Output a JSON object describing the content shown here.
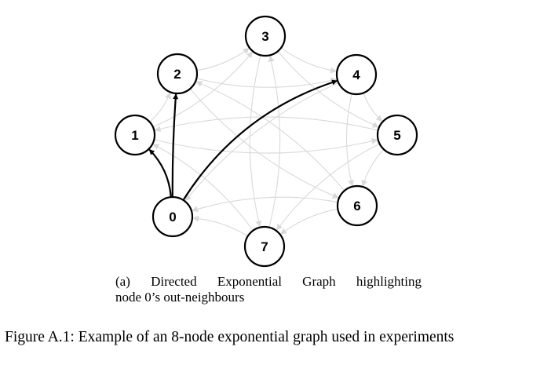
{
  "diagram": {
    "nodes": [
      {
        "id": "0",
        "label": "0"
      },
      {
        "id": "1",
        "label": "1"
      },
      {
        "id": "2",
        "label": "2"
      },
      {
        "id": "3",
        "label": "3"
      },
      {
        "id": "4",
        "label": "4"
      },
      {
        "id": "5",
        "label": "5"
      },
      {
        "id": "6",
        "label": "6"
      },
      {
        "id": "7",
        "label": "7"
      }
    ],
    "highlighted_edges": [
      {
        "from": "0",
        "to": "1"
      },
      {
        "from": "0",
        "to": "2"
      },
      {
        "from": "0",
        "to": "4"
      }
    ],
    "faint_edges": [
      {
        "from": "1",
        "to": "2"
      },
      {
        "from": "1",
        "to": "3"
      },
      {
        "from": "1",
        "to": "5"
      },
      {
        "from": "2",
        "to": "3"
      },
      {
        "from": "2",
        "to": "4"
      },
      {
        "from": "2",
        "to": "6"
      },
      {
        "from": "3",
        "to": "4"
      },
      {
        "from": "3",
        "to": "5"
      },
      {
        "from": "3",
        "to": "7"
      },
      {
        "from": "4",
        "to": "5"
      },
      {
        "from": "4",
        "to": "6"
      },
      {
        "from": "4",
        "to": "0"
      },
      {
        "from": "5",
        "to": "6"
      },
      {
        "from": "5",
        "to": "7"
      },
      {
        "from": "5",
        "to": "1"
      },
      {
        "from": "6",
        "to": "7"
      },
      {
        "from": "6",
        "to": "0"
      },
      {
        "from": "6",
        "to": "2"
      },
      {
        "from": "7",
        "to": "0"
      },
      {
        "from": "7",
        "to": "1"
      },
      {
        "from": "7",
        "to": "3"
      }
    ],
    "colors": {
      "highlight": "#000000",
      "faint": "#d9d9d9"
    }
  },
  "subcaption": {
    "line1": "(a) Directed Exponential Graph highlighting",
    "line2": "node 0’s out-neighbours"
  },
  "figure_caption": "Figure A.1: Example of an 8-node exponential graph used in experiments"
}
